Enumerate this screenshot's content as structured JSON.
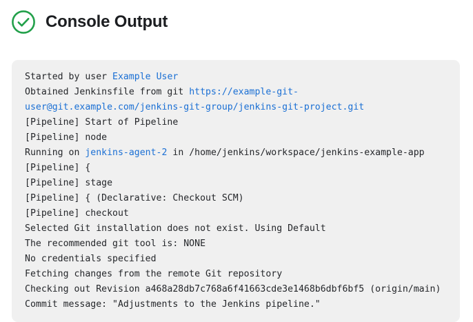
{
  "header": {
    "title": "Console Output",
    "status_icon": "check-circle-icon",
    "status_color": "#22a04a"
  },
  "colors": {
    "page_background": "#ffffff",
    "panel_background": "#f0f0f0",
    "text": "#24262a",
    "muted_text": "#9c9ca0",
    "link": "#1a6fd4",
    "title": "#1c1e21"
  },
  "console": {
    "lines": [
      {
        "muted": false,
        "tokens": [
          {
            "text": "Started by user ",
            "type": "plain"
          },
          {
            "text": "Example User",
            "type": "link"
          }
        ]
      },
      {
        "muted": false,
        "tokens": [
          {
            "text": "Obtained Jenkinsfile from git ",
            "type": "plain"
          },
          {
            "text": "https://example-git-user@git.example.com/jenkins-git-group/jenkins-git-project.git",
            "type": "link"
          }
        ]
      },
      {
        "muted": true,
        "tokens": [
          {
            "text": "[Pipeline] Start of Pipeline",
            "type": "plain"
          }
        ]
      },
      {
        "muted": true,
        "tokens": [
          {
            "text": "[Pipeline] node",
            "type": "plain"
          }
        ]
      },
      {
        "muted": false,
        "tokens": [
          {
            "text": "Running on ",
            "type": "plain"
          },
          {
            "text": "jenkins-agent-2",
            "type": "link"
          },
          {
            "text": " in /home/jenkins/workspace/jenkins-example-app",
            "type": "plain"
          }
        ]
      },
      {
        "muted": true,
        "tokens": [
          {
            "text": "[Pipeline] {",
            "type": "plain"
          }
        ]
      },
      {
        "muted": true,
        "tokens": [
          {
            "text": "[Pipeline] stage",
            "type": "plain"
          }
        ]
      },
      {
        "muted": true,
        "tokens": [
          {
            "text": "[Pipeline] { (Declarative: Checkout SCM)",
            "type": "plain"
          }
        ]
      },
      {
        "muted": true,
        "tokens": [
          {
            "text": "[Pipeline] checkout",
            "type": "plain"
          }
        ]
      },
      {
        "muted": false,
        "tokens": [
          {
            "text": "Selected Git installation does not exist. Using Default",
            "type": "plain"
          }
        ]
      },
      {
        "muted": false,
        "tokens": [
          {
            "text": "The recommended git tool is: NONE",
            "type": "plain"
          }
        ]
      },
      {
        "muted": false,
        "tokens": [
          {
            "text": "No credentials specified",
            "type": "plain"
          }
        ]
      },
      {
        "muted": false,
        "tokens": [
          {
            "text": "Fetching changes from the remote Git repository",
            "type": "plain"
          }
        ]
      },
      {
        "muted": false,
        "tokens": [
          {
            "text": "Checking out Revision a468a28db7c768a6f41663cde3e1468b6dbf6bf5 (origin/main)",
            "type": "plain"
          }
        ]
      },
      {
        "muted": false,
        "tokens": [
          {
            "text": "Commit message: \"Adjustments to the Jenkins pipeline.\"",
            "type": "plain"
          }
        ]
      }
    ]
  }
}
